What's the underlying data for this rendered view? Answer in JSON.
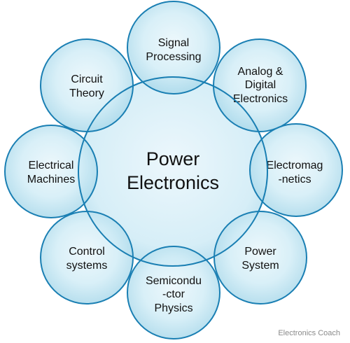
{
  "diagram": {
    "center": {
      "label_lines": [
        "Power",
        "Electronics"
      ]
    },
    "satellites": [
      {
        "id": "signal-processing",
        "label_lines": [
          "Signal",
          "Processing"
        ]
      },
      {
        "id": "analog-digital-electronics",
        "label_lines": [
          "Analog &",
          "Digital",
          "Electronics"
        ]
      },
      {
        "id": "electromagnetics",
        "label_lines": [
          "Electromag",
          "-netics"
        ]
      },
      {
        "id": "power-system",
        "label_lines": [
          "Power",
          "System"
        ]
      },
      {
        "id": "semiconductor-physics",
        "label_lines": [
          "Semicondu",
          "-ctor",
          "Physics"
        ]
      },
      {
        "id": "control-systems",
        "label_lines": [
          "Control",
          "systems"
        ]
      },
      {
        "id": "electrical-machines",
        "label_lines": [
          "Electrical",
          "Machines"
        ]
      },
      {
        "id": "circuit-theory",
        "label_lines": [
          "Circuit",
          "Theory"
        ]
      }
    ],
    "colors": {
      "fill_light": "#e9f6fb",
      "fill_dark": "#a8d8ea",
      "stroke": "#1a7fb3"
    }
  },
  "watermark": "Electronics Coach"
}
